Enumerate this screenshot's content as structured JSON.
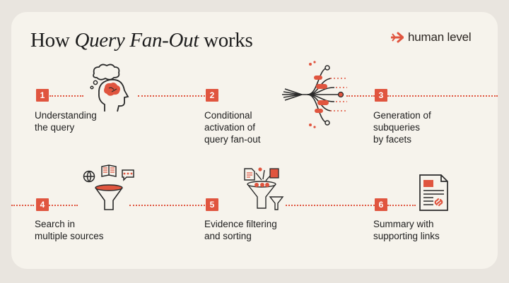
{
  "title": {
    "prefix": "How ",
    "emphasis": "Query Fan-Out",
    "suffix": " works"
  },
  "brand": {
    "name": "human level"
  },
  "colors": {
    "accent": "#e0553f",
    "background": "#f6f3ec",
    "ink": "#1c1c1c"
  },
  "steps": [
    {
      "number": "1",
      "label": "Understanding\nthe query",
      "icon": "brain-head-icon"
    },
    {
      "number": "2",
      "label": "Conditional\nactivation of\nquery fan-out",
      "icon": "fan-out-branches-icon"
    },
    {
      "number": "3",
      "label": "Generation of\nsubqueries\nby facets",
      "icon": "none"
    },
    {
      "number": "4",
      "label": "Search in\nmultiple sources",
      "icon": "funnel-sources-icon"
    },
    {
      "number": "5",
      "label": "Evidence filtering\nand sorting",
      "icon": "funnel-filter-icon"
    },
    {
      "number": "6",
      "label": "Summary with\nsupporting links",
      "icon": "document-links-icon"
    }
  ]
}
